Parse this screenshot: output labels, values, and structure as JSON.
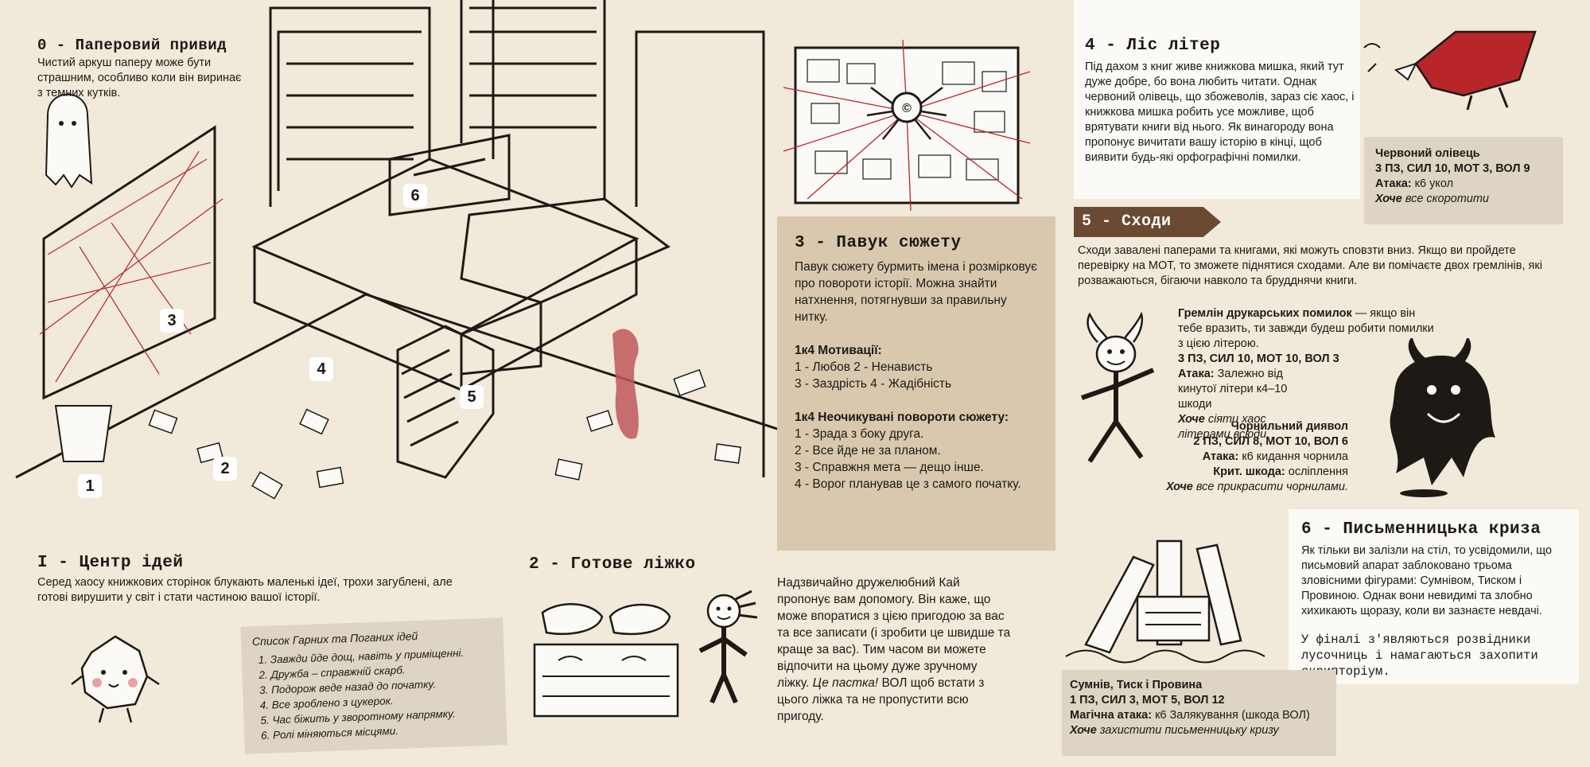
{
  "sections": {
    "s0": {
      "title": "0 - Паперовий привид",
      "body": "Чистий аркуш паперу може бути страшним, особливо коли він виринає з темних кутків."
    },
    "s1": {
      "title": "I - Центр ідей",
      "body": "Серед хаосу книжкових сторінок блукають маленькі ідеї, трохи загублені, але готові вирушити у світ і стати частиною вашої історії.",
      "list_title": "Список Гарних та Поганих ідей",
      "list": [
        "Завжди йде дощ, навіть у приміщенні.",
        "Дружба – справжній скарб.",
        "Подорож веде назад до початку.",
        "Все зроблено з цукерок.",
        "Час біжить у зворотному напрямку.",
        "Ролі міняються місцями."
      ]
    },
    "s2": {
      "title": "2 - Готове ліжко",
      "body": "Надзвичайно дружелюбний Кай пропонує вам допомогу. Він каже, що може впоратися з цією пригодою за вас та все записати (і зробити це швидше та краще за вас). Тим часом ви можете відпочити на цьому дуже зручному ліжку.",
      "trap": "Це пастка!",
      "trap_rest": "ВОЛ щоб встати з цього ліжка та не пропустити всю пригоду."
    },
    "s3": {
      "title": "3 - Павук сюжету",
      "body": "Павук сюжету бурмить імена і розмірковує про повороти історії. Можна знайти натхнення, потягнувши за правильну нитку.",
      "motivation_title": "1к4 Мотивації:",
      "motivation_lines": [
        "1 - Любов 2 - Ненависть",
        "3 - Заздрість 4 - Жадібність"
      ],
      "twist_title": "1к4 Неочикувані повороти сюжету:",
      "twist_lines": [
        "1 - Зрада з боку друга.",
        "2 - Все йде не за планом.",
        "3 - Справжня мета — дещо інше.",
        "4 - Ворог планував це з самого початку."
      ]
    },
    "s4": {
      "title": "4 - Ліс літер",
      "body": "Під дахом з книг живе книжкова мишка, який тут дуже добре, бо вона любить читати. Однак червоний олівець, що збожеволів, зараз сіє хаос, і книжкова мишка робить усе можливе, щоб врятувати книги від нього. Як винагороду вона пропонує вичитати вашу історію в кінці, щоб виявити будь-які орфографічні помилки.",
      "stat_name": "Червоний олівець",
      "stat_line": "3 ПЗ, СИЛ 10, МОТ 3, ВОЛ 9",
      "attack_label": "Атака:",
      "attack_value": "к6 укол",
      "wants_label": "Хоче",
      "wants_value": "все скоротити"
    },
    "s5": {
      "title": "5 - Сходи",
      "body": "Сходи завалені паперами та книгами, які можуть сповзти вниз. Якщо ви пройдете перевірку на МОТ, то зможете піднятися сходами. Але ви помічаєте двох гремлінів, які розважаються, бігаючи навколо та брудднячи книги.",
      "g1_name": "Гремлін друкарських помилок",
      "g1_desc": " — якщо він тебе вразить, ти завжди будеш робити помилки з цією літерою.",
      "g1_stats": "3 ПЗ, СИЛ 10, МОТ 10, ВОЛ 3",
      "g1_attack_label": "Атака:",
      "g1_attack_value": "Залежно від кинутої літери к4–10 шкоди",
      "g1_wants_label": "Хоче",
      "g1_wants_value": "сіяти хаос літерами всюди.",
      "g2_name": "Чорнильний диявол",
      "g2_stats": "2 ПЗ, СИЛ 8, МОТ 10, ВОЛ 6",
      "g2_attack_label": "Атака:",
      "g2_attack_value": "к6 кидання чорнила",
      "g2_crit_label": "Крит. шкода:",
      "g2_crit_value": "осліплення",
      "g2_wants_label": "Хоче",
      "g2_wants_value": "все прикрасити чорнилами."
    },
    "s6": {
      "title": "6 - Письменницька криза",
      "body": "Як тільки ви залізли на стіл, то усвідомили, що письмовий апарат заблоковано трьома зловісними фігурами: Сумнівом, Тиском і Провиною. Однак вони невидимі та злобно хихикають щоразу, коли ви зазнаєте невдачі.",
      "finale": "У фіналі з'являються розвідники лусочниць і намагаються захопити скрипторіум.",
      "stat_name": "Сумнів, Тиск і Провина",
      "stat_line": "1 ПЗ, СИЛ 3, МОТ 5, ВОЛ 12",
      "attack_label": "Магічна атака:",
      "attack_value": "к6 Залякування (шкода ВОЛ)",
      "wants_label": "Хоче",
      "wants_value": "захистити письменницьку кризу"
    }
  },
  "map_markers": [
    "1",
    "2",
    "3",
    "4",
    "5",
    "6"
  ],
  "colors": {
    "paper": "#f1e9da",
    "tan": "#d9c8ad",
    "banner": "#6b4a34",
    "red": "#b8262a",
    "ink": "#1d1a16"
  }
}
